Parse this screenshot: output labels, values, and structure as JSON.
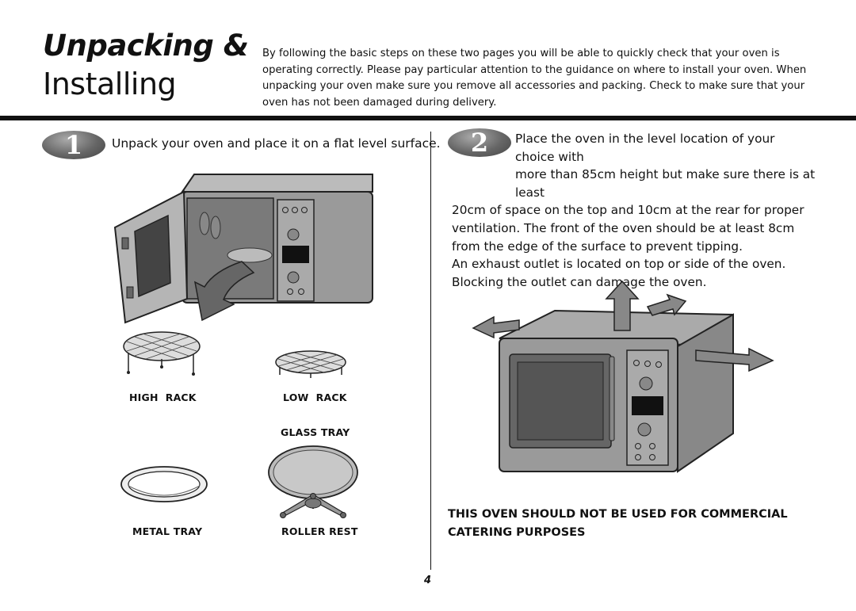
{
  "header": {
    "title_line1": "Unpacking &",
    "title_line2": "Installing",
    "intro": "By following the basic steps on these two pages you will be able to quickly check that your oven is operating correctly. Please pay particular attention to the guidance on where to install your oven. When unpacking your oven make sure you remove all accessories and packing. Check to make sure that your oven has not been damaged during delivery."
  },
  "step1": {
    "number": "1",
    "text": "Unpack your oven and place it on a flat level surface."
  },
  "accessories": {
    "high_rack": "HIGH  RACK",
    "low_rack": "LOW  RACK",
    "glass_tray": "GLASS TRAY",
    "metal_tray": "METAL TRAY",
    "roller_rest": "ROLLER REST"
  },
  "step2": {
    "number": "2",
    "line1": "Place the oven in the level location of your choice with",
    "line2": "more than 85cm height but make sure there is at least",
    "rest": "20cm of space on the top and 10cm at the rear for proper ventilation. The front of the oven should be at least 8cm from the edge of the surface to prevent tipping.",
    "exhaust": "An exhaust outlet is located on top or side of the oven. Blocking the outlet can damage the oven."
  },
  "warning": "THIS OVEN SHOULD NOT BE USED FOR COMMERCIAL CATERING PURPOSES",
  "page_number": "4"
}
